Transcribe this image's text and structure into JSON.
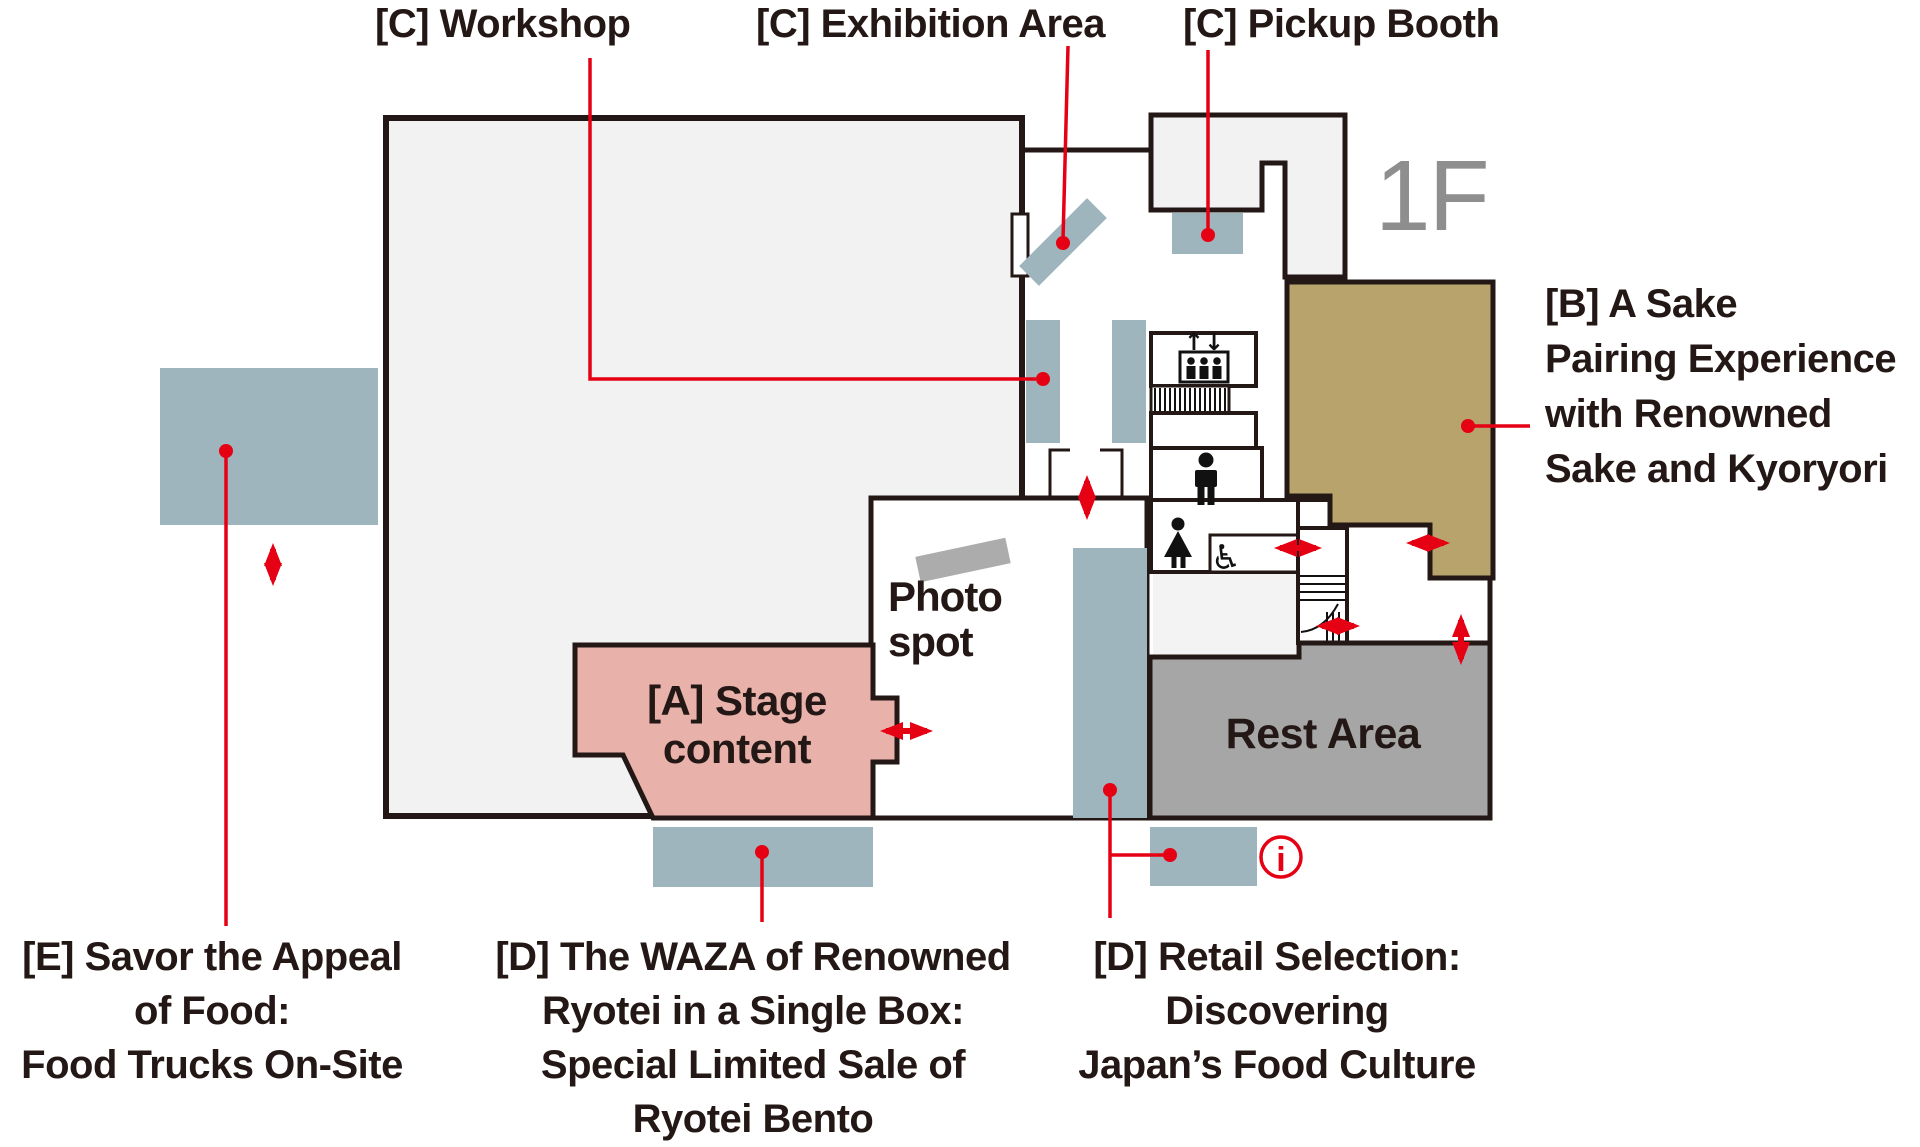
{
  "colors": {
    "ink": "#231815",
    "wall": "#231815",
    "accent_red": "#e60013",
    "hall_fill": "#f2f2f2",
    "furniture_blue": "#9eb5be",
    "stage_pink": "#e8b2ab",
    "sake_khaki": "#b7a36b",
    "rest_gray": "#a6a6a6",
    "stand_gray": "#acacac",
    "floor_label_gray": "#8e8e8e",
    "icon_black": "#111111"
  },
  "floor_plan": {
    "level": "1F",
    "areas": {
      "stage": {
        "line1": "[A] Stage",
        "line2": "content"
      },
      "photo_spot": {
        "line1": "Photo",
        "line2": "spot"
      },
      "rest_area": {
        "label": "Rest Area"
      }
    },
    "callouts": {
      "workshop": {
        "label": "[C] Workshop"
      },
      "exhibition": {
        "label": "[C] Exhibition Area"
      },
      "pickup": {
        "label": "[C] Pickup Booth"
      },
      "sake": {
        "line1": "[B] A Sake",
        "line2": "Pairing Experience",
        "line3": "with Renowned",
        "line4": "Sake and Kyoryori"
      },
      "food_trucks": {
        "line1": "[E] Savor the Appeal",
        "line2": "of Food:",
        "line3": "Food Trucks On-Site"
      },
      "bento": {
        "line1": "[D] The WAZA of Renowned",
        "line2": "Ryotei in a Single Box:",
        "line3": "Special Limited Sale of",
        "line4": "Ryotei Bento"
      },
      "retail": {
        "line1": "[D] Retail Selection:",
        "line2": "Discovering",
        "line3": "Japan’s Food Culture"
      }
    },
    "icons": {
      "info_glyph": "i",
      "elevator_arrows": "↑↓",
      "wheelchair_glyph": "♿"
    }
  }
}
